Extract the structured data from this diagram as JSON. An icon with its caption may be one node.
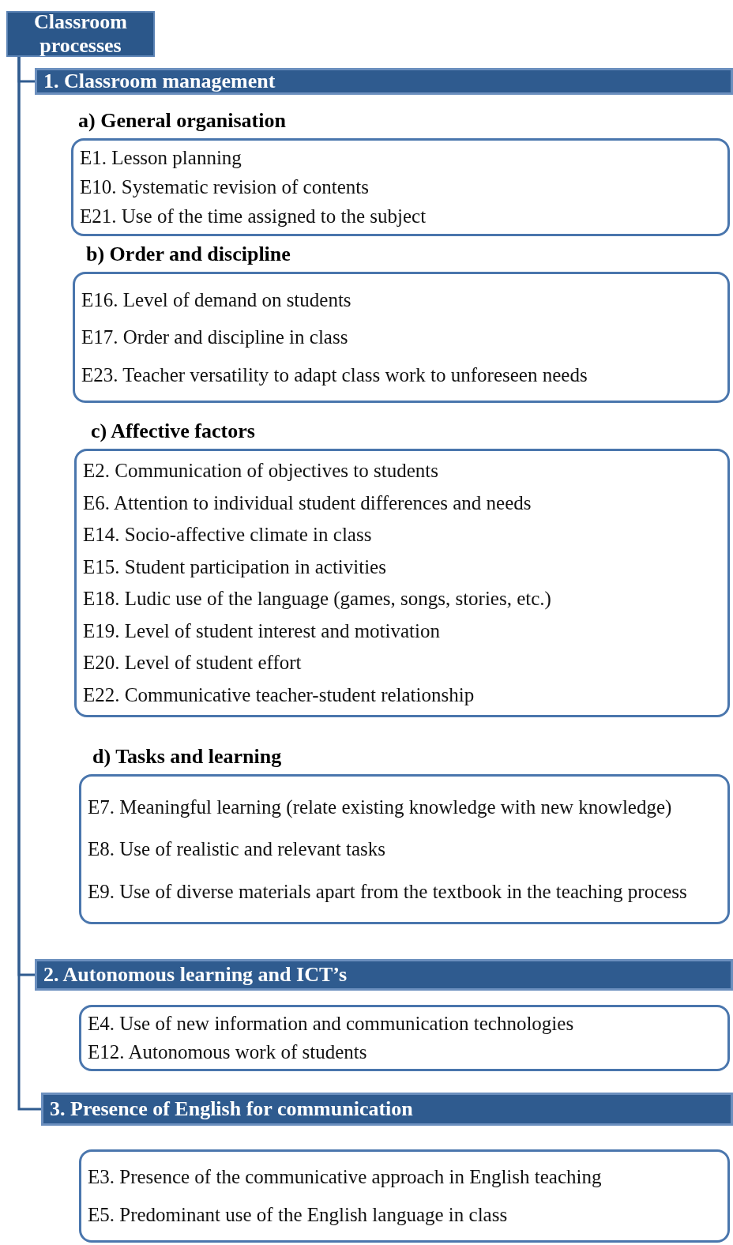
{
  "diagram": {
    "nodes": [
      {
        "text": [
          "Classroom processes"
        ]
      },
      {
        "text": [
          "1. Classroom management"
        ]
      },
      {
        "text": [
          "a) General organisation",
          "E1. Lesson planning",
          "E10. Systematic revision of contents",
          "E21. Use of the time assigned to the subject"
        ]
      },
      {
        "text": [
          "b) Order and discipline",
          "E16. Level of demand on students",
          "E17. Order and discipline in class",
          "E23. Teacher versatility to adapt class work to unforeseen needs"
        ]
      },
      {
        "text": [
          "c) Affective factors",
          "E2. Communication of objectives to students",
          "E6. Attention to individual student differences and needs",
          "E14. Socio-affective climate in class",
          "E15. Student participation in activities",
          "E18. Ludic use of the language (games, songs, stories, etc.)",
          "E19. Level of student interest and motivation",
          "E20. Level of student effort",
          "E22. Communicative teacher-student relationship"
        ]
      },
      {
        "text": [
          "d) Tasks and learning",
          "E7. Meaningful learning (relate existing knowledge with new knowledge)",
          "E8. Use of realistic and relevant tasks",
          "E9. Use of diverse materials apart from the textbook in the teaching process"
        ]
      },
      {
        "text": [
          "2. Autonomous learning and ICT’s"
        ]
      },
      {
        "text": [
          "E4. Use of new information and communication technologies",
          "E12. Autonomous work of students"
        ]
      },
      {
        "text": [
          "3. Presence of English for communication"
        ]
      },
      {
        "text": [
          "E3. Presence of the communicative approach in English teaching",
          "E5. Predominant use of the English language in class"
        ]
      }
    ],
    "edges": [
      {
        "from": 0,
        "to": 1,
        "arrow": "none"
      },
      {
        "from": 0,
        "to": 6,
        "arrow": "none"
      },
      {
        "from": 0,
        "to": 8,
        "arrow": "none"
      }
    ]
  }
}
